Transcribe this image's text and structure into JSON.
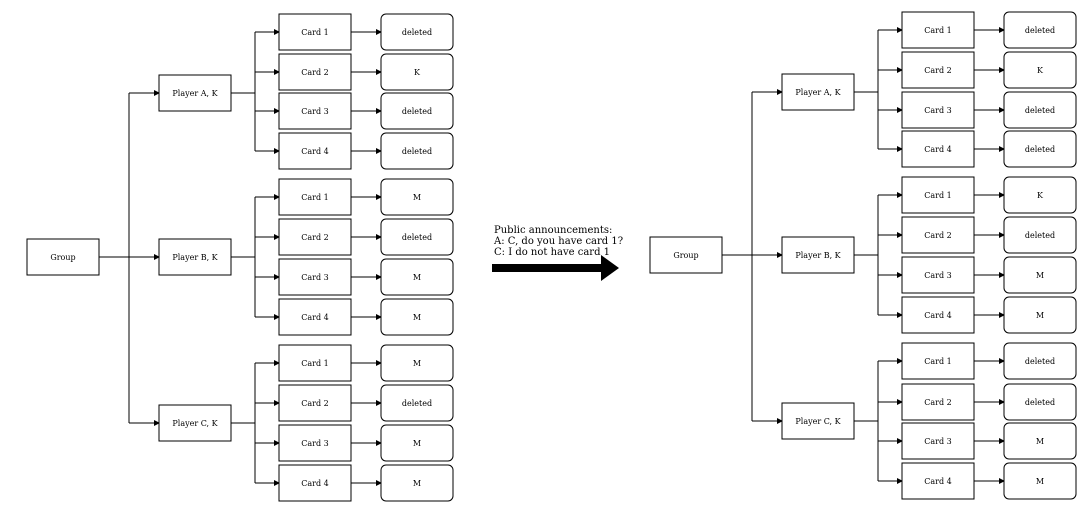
{
  "before": {
    "group": "Group",
    "players": [
      {
        "label": "Player A, K",
        "cards": [
          {
            "card": "Card 1",
            "status": "deleted"
          },
          {
            "card": "Card 2",
            "status": "K"
          },
          {
            "card": "Card 3",
            "status": "deleted"
          },
          {
            "card": "Card 4",
            "status": "deleted"
          }
        ]
      },
      {
        "label": "Player B, K",
        "cards": [
          {
            "card": "Card 1",
            "status": "M"
          },
          {
            "card": "Card 2",
            "status": "deleted"
          },
          {
            "card": "Card 3",
            "status": "M"
          },
          {
            "card": "Card 4",
            "status": "M"
          }
        ]
      },
      {
        "label": "Player C, K",
        "cards": [
          {
            "card": "Card 1",
            "status": "M"
          },
          {
            "card": "Card 2",
            "status": "deleted"
          },
          {
            "card": "Card 3",
            "status": "M"
          },
          {
            "card": "Card 4",
            "status": "M"
          }
        ]
      }
    ]
  },
  "announcement": {
    "lines": [
      "Public announcements:",
      "A: C, do you have card 1?",
      "C: I do not have card 1"
    ]
  },
  "after": {
    "group": "Group",
    "players": [
      {
        "label": "Player A, K",
        "cards": [
          {
            "card": "Card 1",
            "status": "deleted"
          },
          {
            "card": "Card 2",
            "status": "K"
          },
          {
            "card": "Card 3",
            "status": "deleted"
          },
          {
            "card": "Card 4",
            "status": "deleted"
          }
        ]
      },
      {
        "label": "Player B, K",
        "cards": [
          {
            "card": "Card 1",
            "status": "K"
          },
          {
            "card": "Card 2",
            "status": "deleted"
          },
          {
            "card": "Card 3",
            "status": "M"
          },
          {
            "card": "Card 4",
            "status": "M"
          }
        ]
      },
      {
        "label": "Player C, K",
        "cards": [
          {
            "card": "Card 1",
            "status": "deleted"
          },
          {
            "card": "Card 2",
            "status": "deleted"
          },
          {
            "card": "Card 3",
            "status": "M"
          },
          {
            "card": "Card 4",
            "status": "M"
          }
        ]
      }
    ]
  }
}
